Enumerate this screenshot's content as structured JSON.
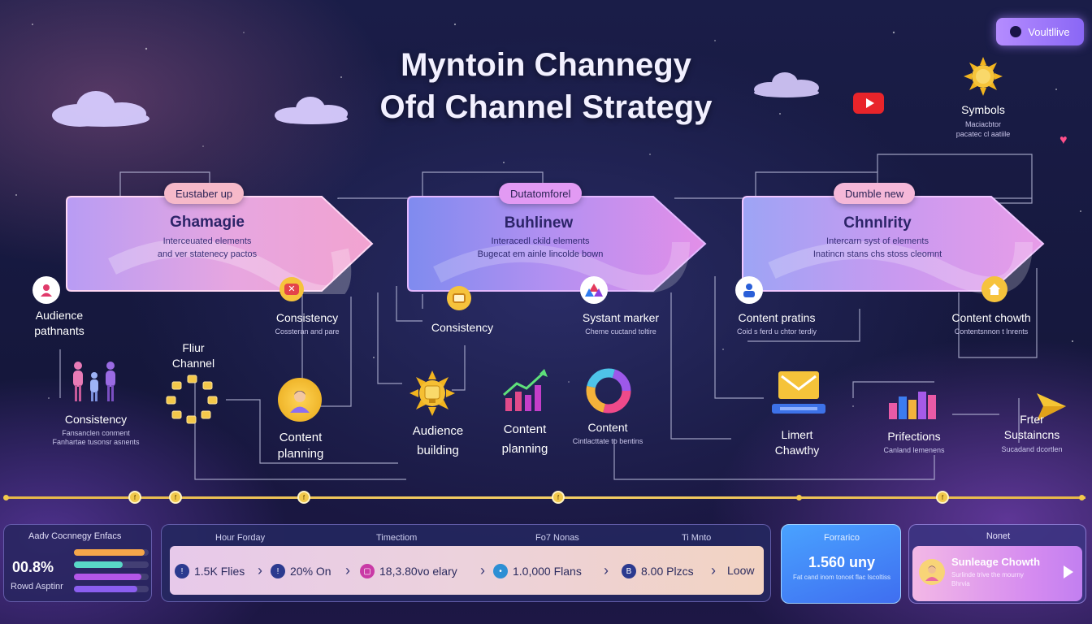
{
  "title": {
    "line1": "Myntoin Channegy",
    "line2": "Ofd Channel Strategy"
  },
  "live_button": {
    "label": "Voultllive"
  },
  "symbols": {
    "label": "Symbols",
    "sub1": "Maciacbtor",
    "sub2": "pacatec cl aatiile"
  },
  "stages": [
    {
      "pill": "Eustaber up",
      "title": "Ghamagie",
      "sub1": "Interceuated elements",
      "sub2": "and ver statenecy pactos"
    },
    {
      "pill": "Dutatomforel",
      "title": "Buhlinew",
      "sub1": "Interacedl ckild elements",
      "sub2": "Bugecat em ainle lincolde bown"
    },
    {
      "pill": "Dumble new",
      "title": "Chnnlrity",
      "sub1": "Intercarn syst of elements",
      "sub2": "Inatincn stans chs stoss cleomnt"
    }
  ],
  "nodes": {
    "audience_patnants": {
      "label1": "Audience",
      "label2": "pathnants"
    },
    "consistency_1": {
      "label": "Consistency",
      "sub": "Cossteran and pare"
    },
    "consistency_2": {
      "label": "Consistency"
    },
    "systant_marker": {
      "label": "Systant marker",
      "sub": "Cheme cuctand toltire"
    },
    "content_pratins": {
      "label": "Content pratins",
      "sub": "Coid s ferd u chtor terdiy"
    },
    "content_chowth": {
      "label": "Content chowth",
      "sub": "Contentsnnon t lnrents"
    },
    "filter_channel": {
      "label1": "Fliur",
      "label2": "Channel"
    },
    "consistency_3": {
      "label": "Consistency",
      "sub1": "Fansanclen conment",
      "sub2": "Fanhartae tusonsr asnents"
    },
    "content_planning_1": {
      "label1": "Content",
      "label2": "planning"
    },
    "audience_building": {
      "label1": "Audience",
      "label2": "building"
    },
    "content_planning_2": {
      "label1": "Content",
      "label2": "planning"
    },
    "content_donut": {
      "label": "Content",
      "sub": "Cintlacttate to bentins"
    },
    "limert_chawthy": {
      "label1": "Limert",
      "label2": "Chawthy"
    },
    "prifections": {
      "label": "Prifections",
      "sub": "Canland lemenens"
    },
    "filter_sustainens": {
      "label1": "Frter",
      "label2": "Sustaincns",
      "sub": "Sucadand dcortlen"
    }
  },
  "timeline_markers": [
    "f",
    "f",
    "f",
    "f",
    "f"
  ],
  "panel_left": {
    "head": "Aadv Cocnnegy Enfacs",
    "value": "00.8%",
    "foot": "Rowd Asptinr",
    "bars": [
      0.95,
      0.65,
      0.9,
      0.85
    ],
    "bar_colors": [
      "#f6a64a",
      "#59d7c7",
      "#b356e8",
      "#8b5ef0"
    ]
  },
  "panel_mid": {
    "headers": [
      "Hour Forday",
      "Timectiom",
      "Fo7 Nonas",
      "Ti Mnto"
    ],
    "stats": [
      {
        "icon_color": "#2b3a8f",
        "icon": "!",
        "text": "1.5K Flies"
      },
      {
        "icon_color": "#2b3a8f",
        "icon": "!",
        "text": "20% On"
      },
      {
        "icon_color": "#c93aa6",
        "icon": "▢",
        "text": "18,3.80vo elary"
      },
      {
        "icon_color": "#2d8fd4",
        "icon": "•",
        "text": "1.0,000 Flans"
      },
      {
        "icon_color": "#2b3a8f",
        "icon": "B",
        "text": "8.00 Plzcs"
      }
    ],
    "trail": "Loow"
  },
  "panel_blue": {
    "head": "Forrarico",
    "value": "1.560 uny",
    "sub": "Fat cand inom toncet flac Iscoltiss"
  },
  "panel_purple": {
    "head": "Nonet",
    "title": "Sunleage Chowth",
    "sub1": "Surlinde trive the mourny",
    "sub2": "Bhrvia"
  }
}
